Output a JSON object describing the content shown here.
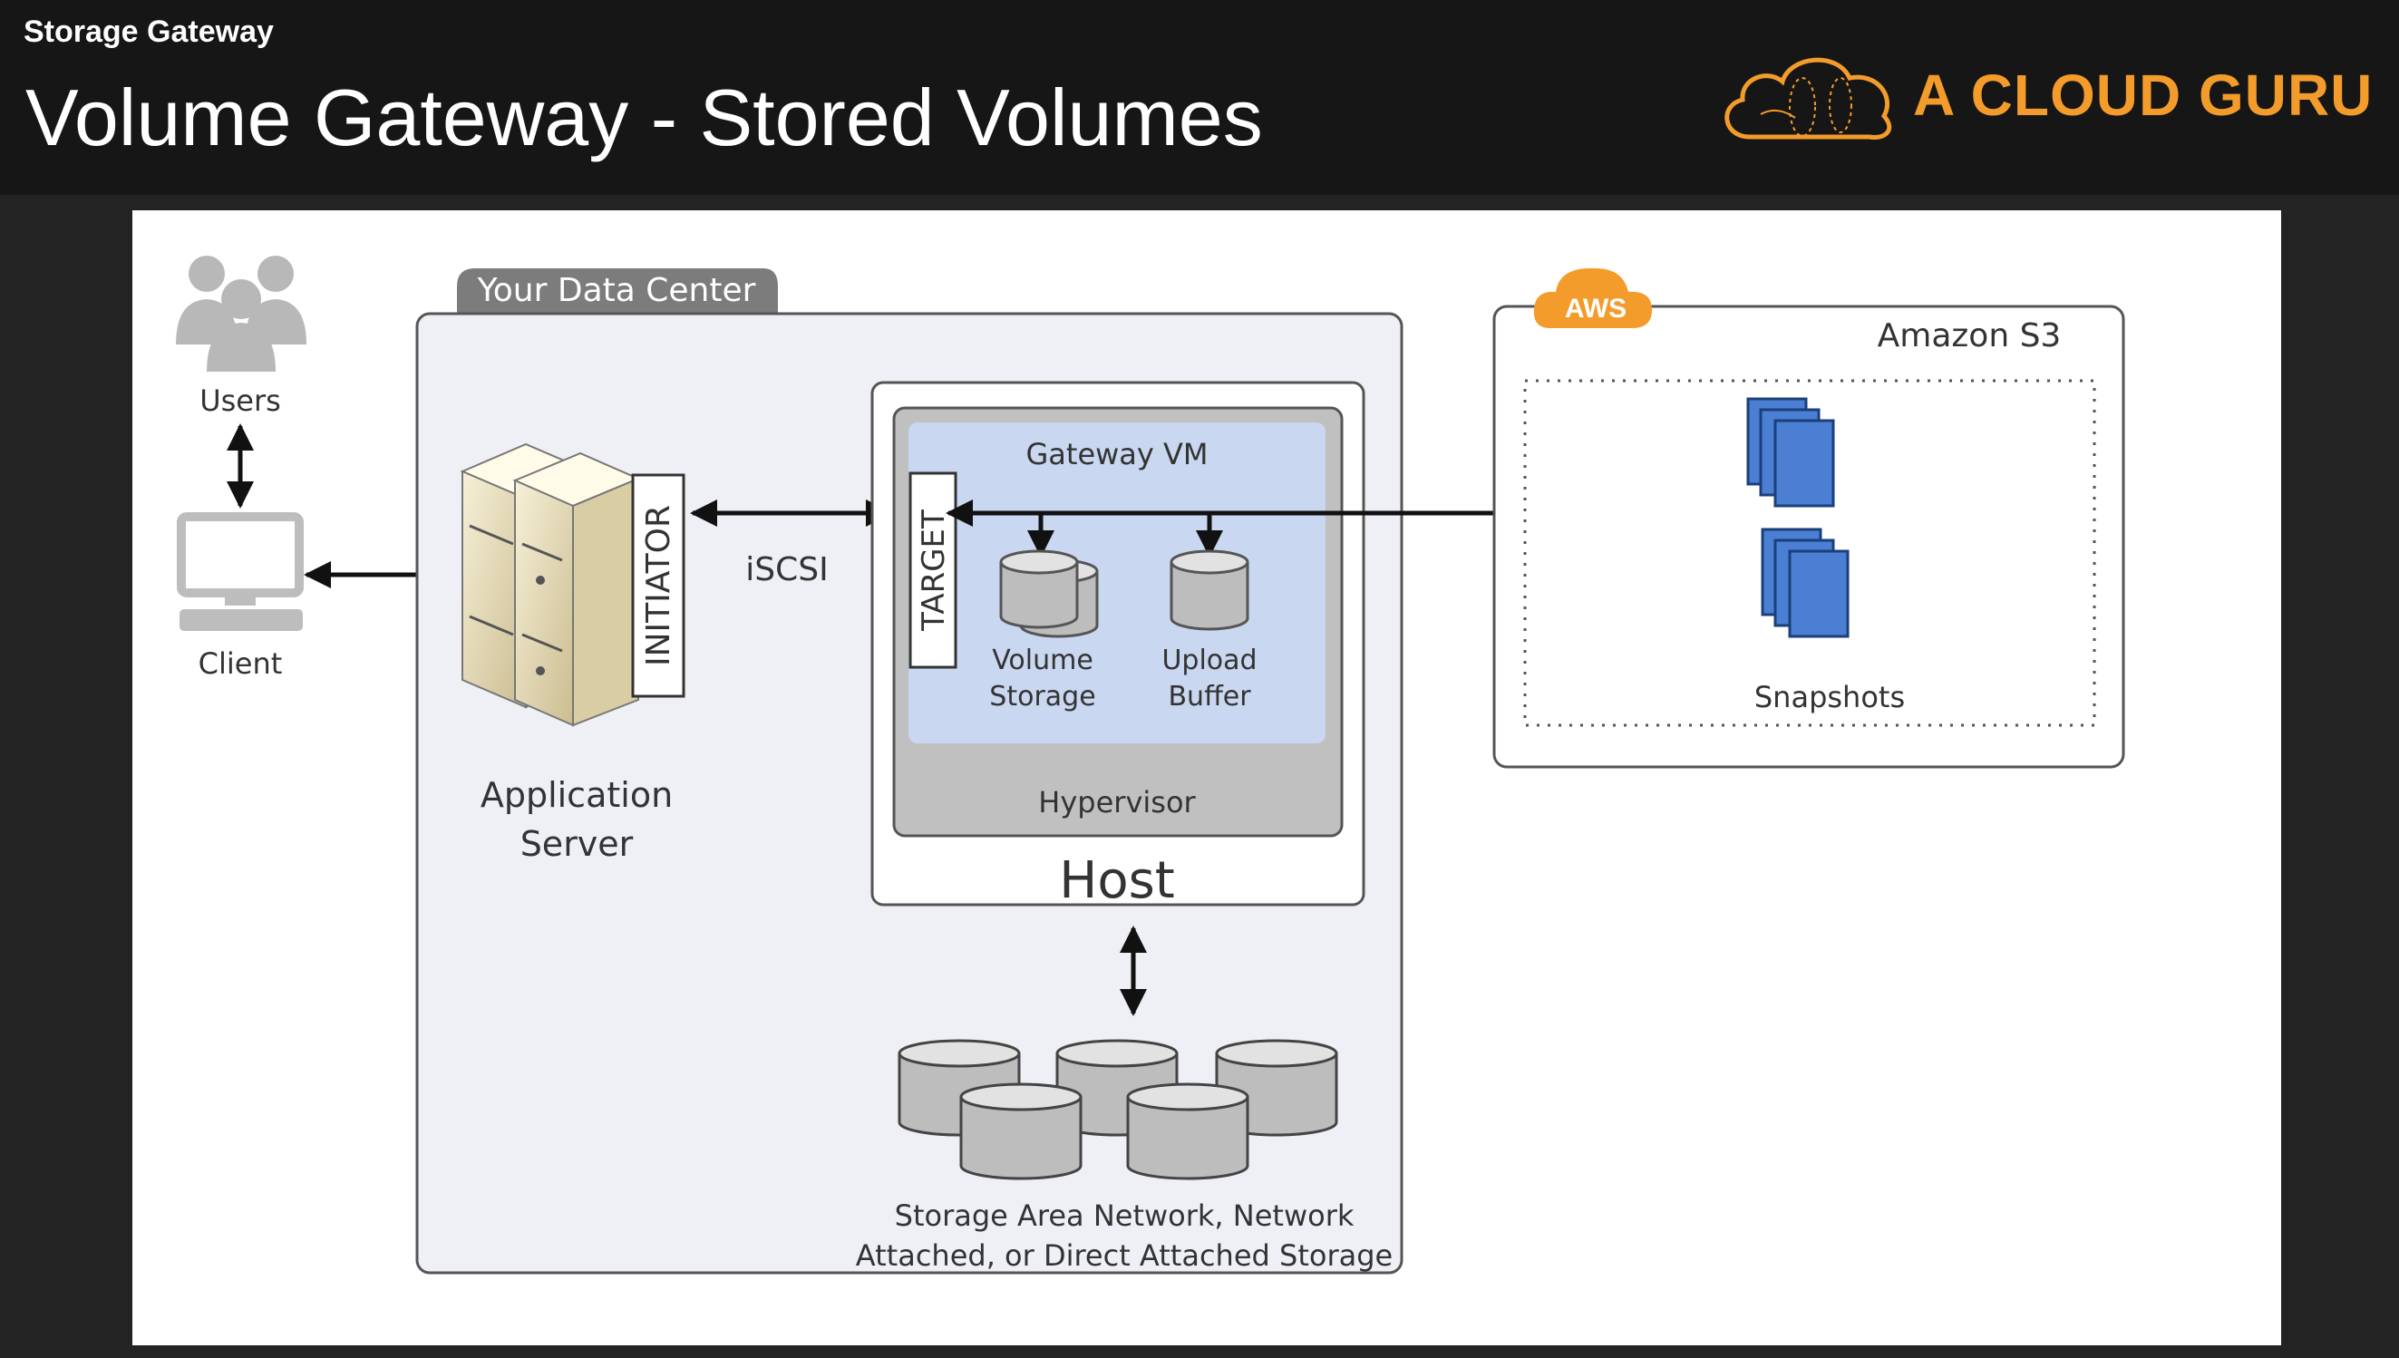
{
  "header": {
    "section_label": "Storage Gateway",
    "title": "Volume Gateway - Stored Volumes",
    "brand": "A CLOUD GURU"
  },
  "diagram": {
    "users_label": "Users",
    "client_label": "Client",
    "data_center_tab": "Your Data Center",
    "initiator_label": "INITIATOR",
    "application_server_label_line1": "Application",
    "application_server_label_line2": "Server",
    "iscsi_label": "iSCSI",
    "target_label": "TARGET",
    "gateway_vm_label": "Gateway VM",
    "volume_storage_line1": "Volume",
    "volume_storage_line2": "Storage",
    "upload_buffer_line1": "Upload",
    "upload_buffer_line2": "Buffer",
    "hypervisor_label": "Hypervisor",
    "host_label": "Host",
    "storage_caption_line1": "Storage Area Network, Network",
    "storage_caption_line2": "Attached, or Direct Attached Storage",
    "aws_badge": "AWS",
    "amazon_s3_label": "Amazon S3",
    "snapshots_label": "Snapshots"
  },
  "colors": {
    "brand_orange": "#f39c2c",
    "vm_blue": "#c9d7f0",
    "snapshot_blue": "#4a7fd4",
    "datacenter_bg": "#eef0f5"
  }
}
